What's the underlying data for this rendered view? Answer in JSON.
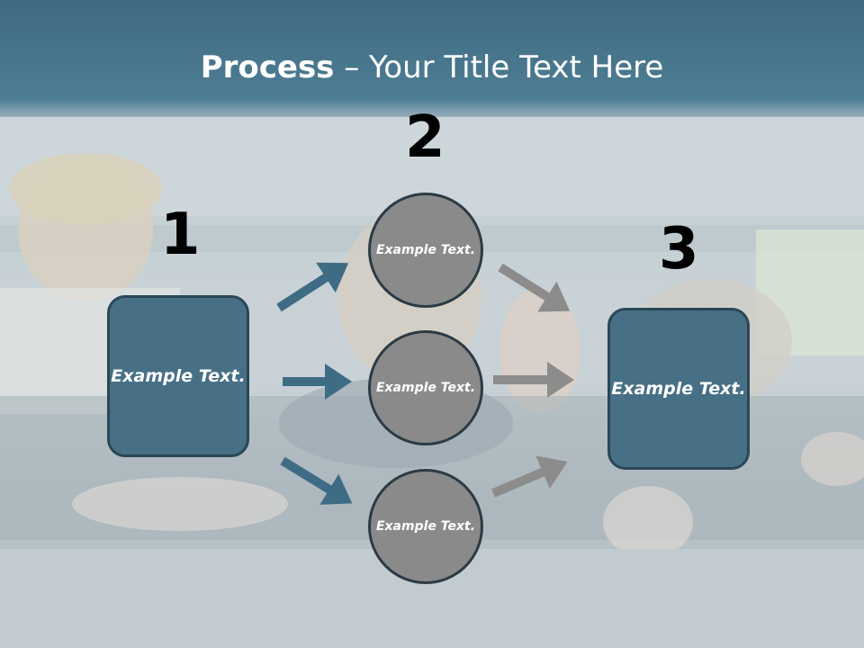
{
  "title": {
    "bold": "Process",
    "rest": " – Your Title Text Here"
  },
  "steps": {
    "one": {
      "number": "1",
      "text": "Example Text."
    },
    "two": {
      "number": "2"
    },
    "three": {
      "number": "3",
      "text": "Example Text."
    }
  },
  "circles": [
    {
      "text": "Example Text."
    },
    {
      "text": "Example Text."
    },
    {
      "text": "Example Text."
    }
  ],
  "colors": {
    "box_fill": "#476f85",
    "box_border": "#2b4756",
    "circle_fill": "#8a8a8a",
    "arrow_blue": "#3f6c85",
    "arrow_gray": "#8c8c8c"
  }
}
